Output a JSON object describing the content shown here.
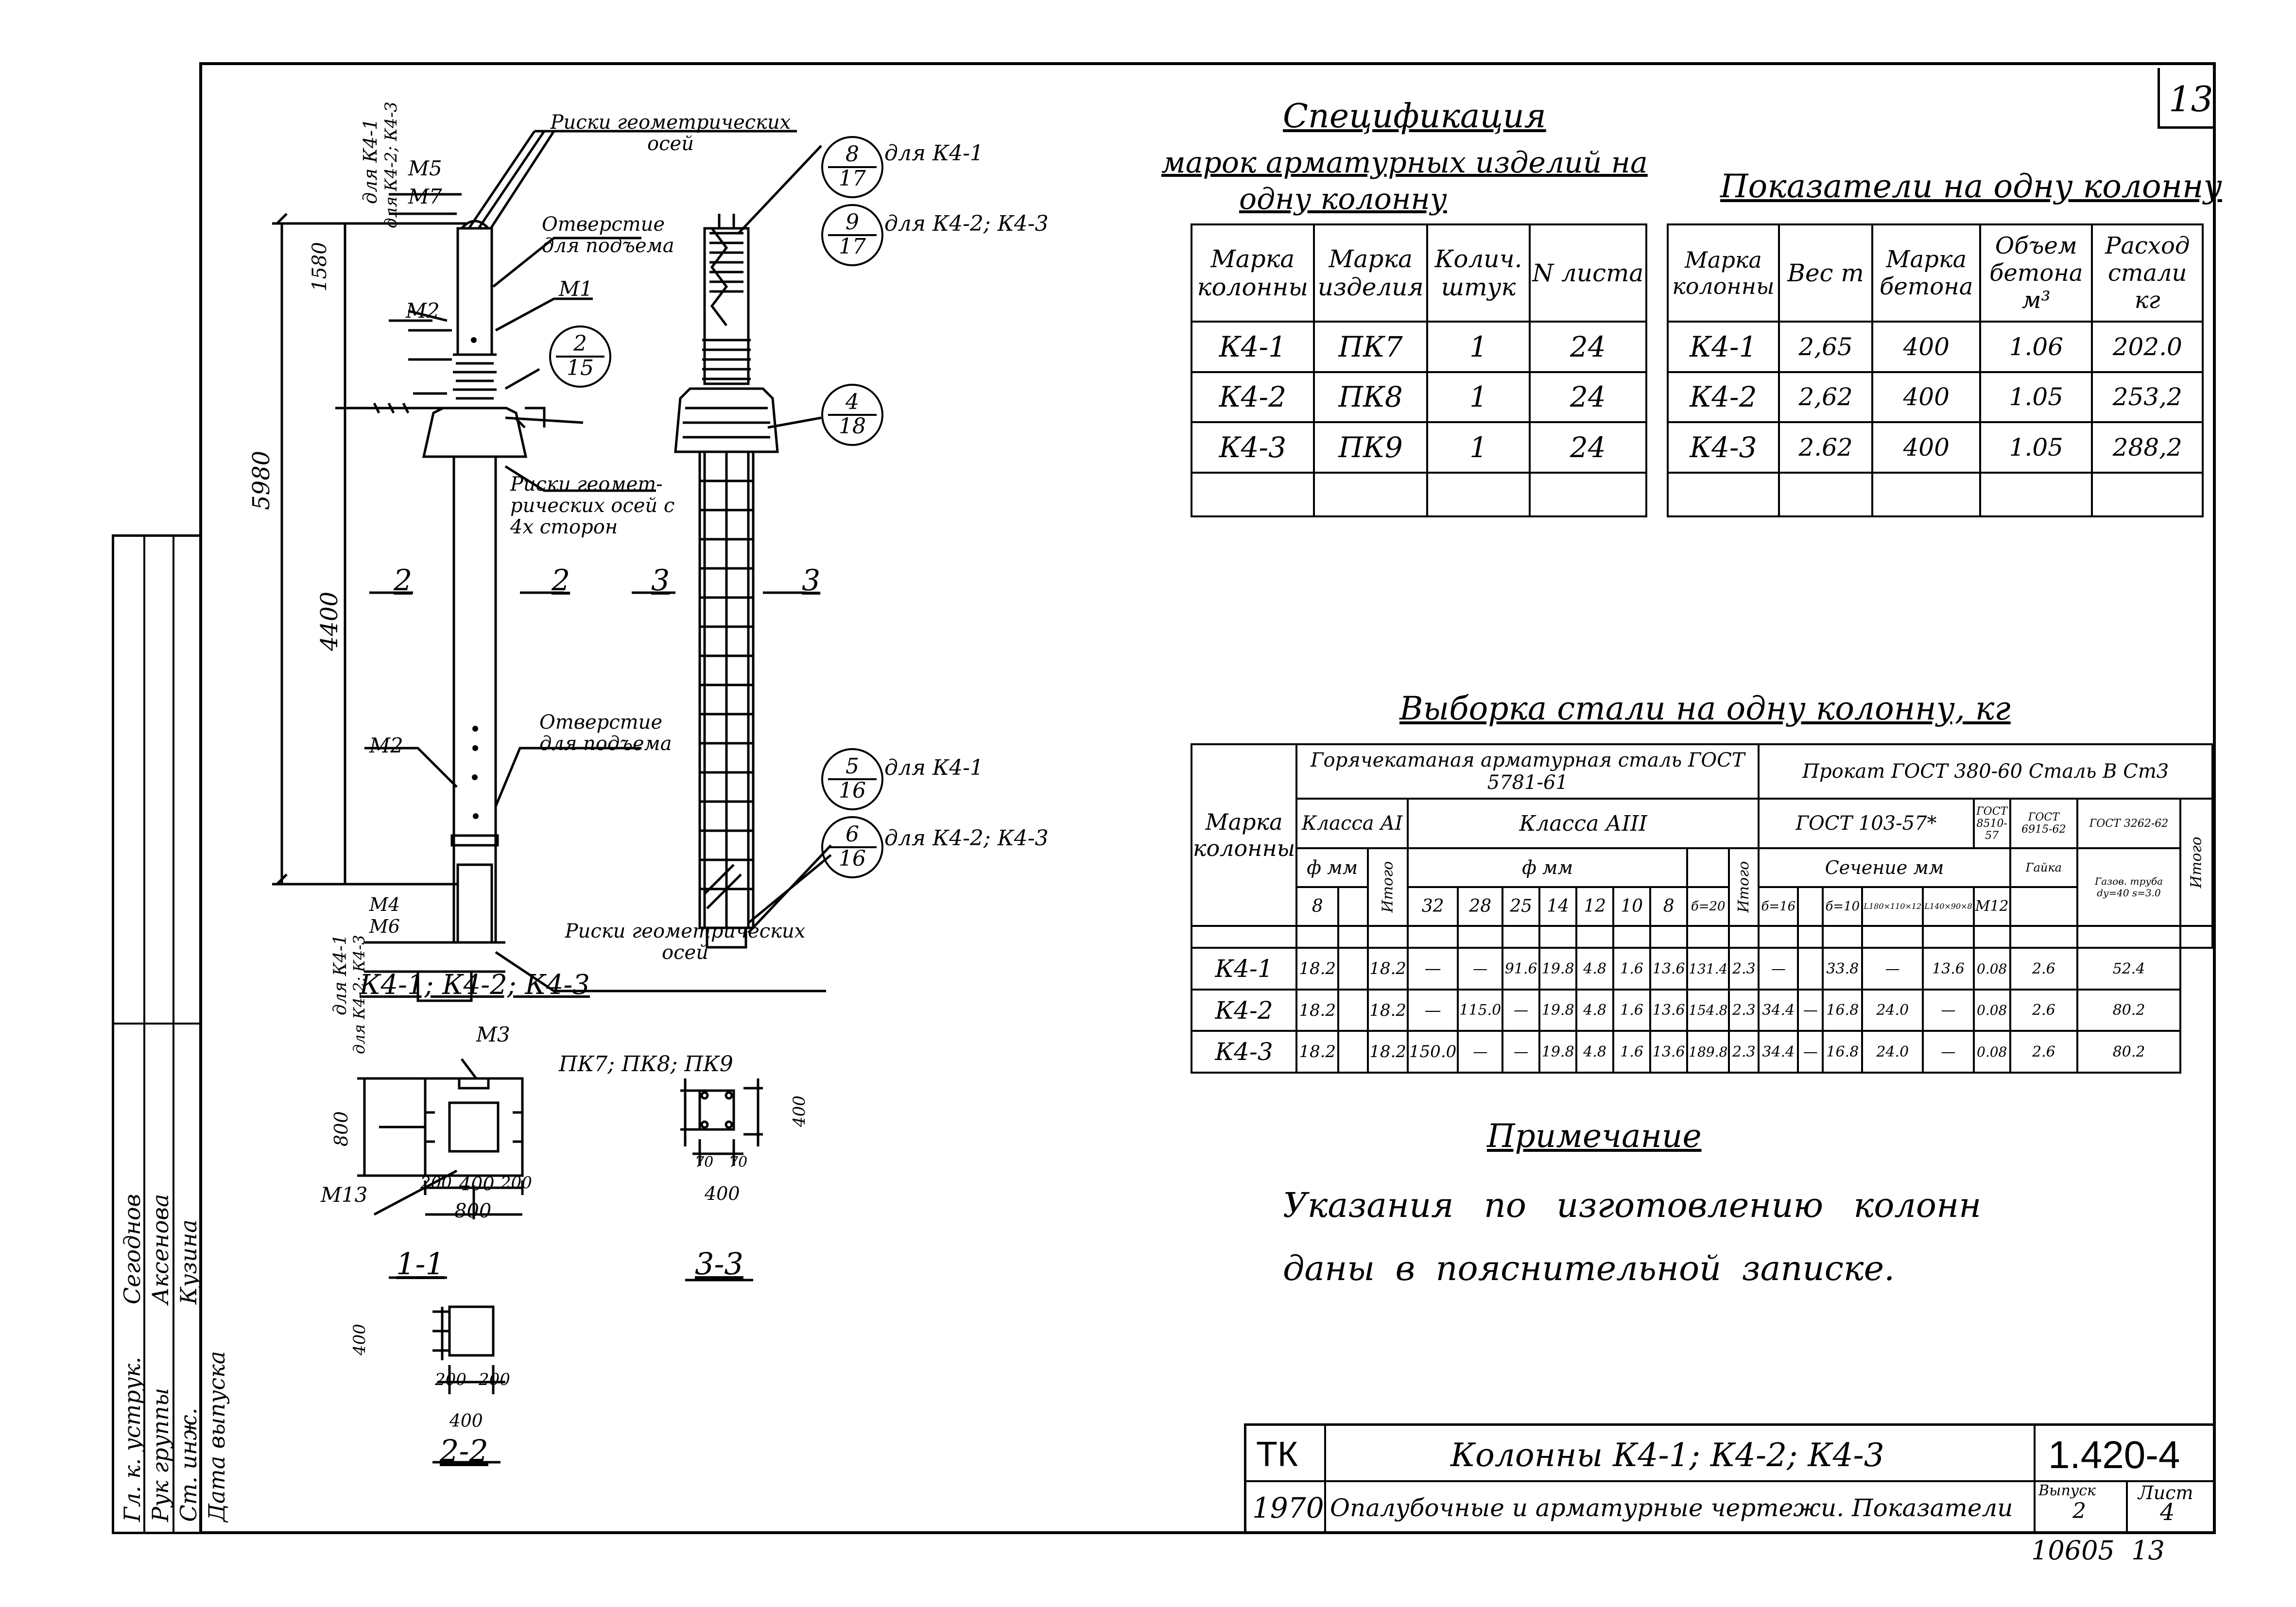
{
  "sheet": {
    "corner_number": "13"
  },
  "spec": {
    "title": "Спецификация",
    "subtitle_1": "марок арматурных изделий на",
    "subtitle_2": "одну колонну",
    "headers": [
      "Марка колонны",
      "Марка изделия",
      "Колич. штук",
      "N листа"
    ],
    "rows": [
      [
        "К4-1",
        "ПК7",
        "1",
        "24"
      ],
      [
        "К4-2",
        "ПК8",
        "1",
        "24"
      ],
      [
        "К4-3",
        "ПК9",
        "1",
        "24"
      ]
    ]
  },
  "indicators": {
    "title": "Показатели на одну колонну",
    "headers": [
      "Марка колонны",
      "Вес т",
      "Марка бетона",
      "Объем бетона м³",
      "Расход стали кг"
    ],
    "rows": [
      [
        "К4-1",
        "2,65",
        "400",
        "1.06",
        "202.0"
      ],
      [
        "К4-2",
        "2,62",
        "400",
        "1.05",
        "253,2"
      ],
      [
        "К4-3",
        "2.62",
        "400",
        "1.05",
        "288,2"
      ]
    ]
  },
  "steel": {
    "title": "Выборка стали на одну колонну, кг",
    "group_hot": "Горячекатаная арматурная сталь ГОСТ 5781-61",
    "group_rolled": "Прокат ГОСТ 380-60 Сталь В Ст3",
    "class_ai": "Класса АI",
    "class_aiii": "Класса АIII",
    "gost_103": "ГОСТ 103-57*",
    "gost_8510": "ГОСТ 8510-57",
    "gost_6915": "ГОСТ 6915-62",
    "gost_3262": "ГОСТ 3262-62",
    "col_mark": "Марка колонны",
    "phi_mm": "ф мм",
    "itogo": "Итого",
    "sechenie": "Сечение мм",
    "gaika": "Гайка",
    "gaika_sub": "М12",
    "truba": "Газов. труба dy=40 s=3.0",
    "sub_ai": [
      "8"
    ],
    "sub_aiii": [
      "32",
      "28",
      "25",
      "14",
      "12",
      "10",
      "8"
    ],
    "sub_rolled": [
      "б=20",
      "б=16",
      "б=10",
      "L180×110×12",
      "L140×90×8"
    ],
    "rows": [
      [
        "К4-1",
        "18.2",
        "",
        "18.2",
        "—",
        "—",
        "91.6",
        "19.8",
        "4.8",
        "1.6",
        "13.6",
        "131.4",
        "2.3",
        "—",
        "",
        "33.8",
        "—",
        "13.6",
        "0.08",
        "2.6",
        "52.4"
      ],
      [
        "К4-2",
        "18.2",
        "",
        "18.2",
        "—",
        "115.0",
        "—",
        "19.8",
        "4.8",
        "1.6",
        "13.6",
        "154.8",
        "2.3",
        "34.4",
        "—",
        "16.8",
        "24.0",
        "—",
        "0.08",
        "2.6",
        "80.2"
      ],
      [
        "К4-3",
        "18.2",
        "",
        "18.2",
        "150.0",
        "—",
        "—",
        "19.8",
        "4.8",
        "1.6",
        "13.6",
        "189.8",
        "2.3",
        "34.4",
        "—",
        "16.8",
        "24.0",
        "—",
        "0.08",
        "2.6",
        "80.2"
      ]
    ]
  },
  "note": {
    "title": "Примечание",
    "line1": "Указания по изготовлению колонн",
    "line2": "даны в пояснительной записке."
  },
  "titleblock": {
    "org": "ТК",
    "name": "Колонны К4-1; К4-2; К4-3",
    "code": "1.420-4",
    "year": "1970",
    "subject": "Опалубочные и арматурные чертежи. Показатели",
    "issue_label": "Выпуск",
    "issue": "2",
    "sheet_label": "Лист",
    "sheet": "4",
    "below": "10605  13"
  },
  "drawing": {
    "risks_top": "Риски геометрических осей",
    "hole_top": "Отверстие для подъема",
    "risks_mid": "Риски геомет- рических осей с 4х сторон",
    "hole_bottom": "Отверстие для подъема",
    "risks_bottom": "Риски геометрических осей",
    "elevation_label": "К4-1; К4-2; К4-3",
    "dim_total": "5980",
    "dim_4400": "4400",
    "dim_1580": "1580",
    "marks": [
      "М5",
      "М7",
      "М2",
      "М1",
      "М2",
      "М4",
      "М6",
      "М3",
      "М13"
    ],
    "for_k41_top": "для К4-1",
    "for_k423_top": "для К4-2; К4-3",
    "for_k41_bot": "для К4-1",
    "for_k423_bot": "для К4-2; К4-3",
    "cut_marks": [
      "2",
      "2",
      "3",
      "3"
    ],
    "callouts": [
      {
        "top": "8",
        "bottom": "17",
        "text": "для К4-1"
      },
      {
        "top": "9",
        "bottom": "17",
        "text": "для К4-2; К4-3"
      },
      {
        "top": "2",
        "bottom": "15",
        "text": ""
      },
      {
        "top": "4",
        "bottom": "18",
        "text": ""
      },
      {
        "top": "5",
        "bottom": "16",
        "text": "для К4-1"
      },
      {
        "top": "6",
        "bottom": "16",
        "text": "для К4-2; К4-3"
      }
    ],
    "section_11": "1-1",
    "section_22": "2-2",
    "section_33": "3-3",
    "pk_label": "ПК7; ПК8; ПК9",
    "dims_11": [
      "800",
      "400",
      "200",
      "200",
      "800"
    ],
    "dims_22": [
      "400",
      "200",
      "200",
      "400"
    ],
    "dims_33": [
      "70",
      "70",
      "400",
      "400"
    ]
  },
  "stamp_left": {
    "roles": [
      "Гл. к. уструк.",
      "Рук группы",
      "Ст. инж.",
      "Дата выпуска"
    ],
    "names": [
      "Сегоднов",
      "Аксенова",
      "Кузина"
    ]
  }
}
